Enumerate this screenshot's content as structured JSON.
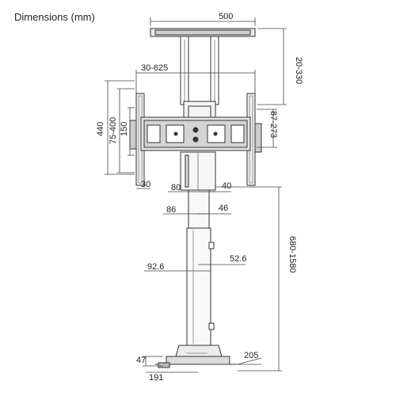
{
  "title": "Dimensions (mm)",
  "dims": {
    "top_width": "500",
    "top_height": "20-330",
    "mount_width": "30-625",
    "mount_height": "440",
    "mount_vesa_h": "75-400",
    "mount_150": "150",
    "tilt": "87-273",
    "arm_30": "30",
    "upper_80": "80",
    "upper_40": "40",
    "col_86": "86",
    "col_46": "46",
    "lower_926": "92.6",
    "lower_526": "52.6",
    "height_range": "680-1580",
    "base_47": "47",
    "base_191": "191",
    "base_205": "205"
  }
}
